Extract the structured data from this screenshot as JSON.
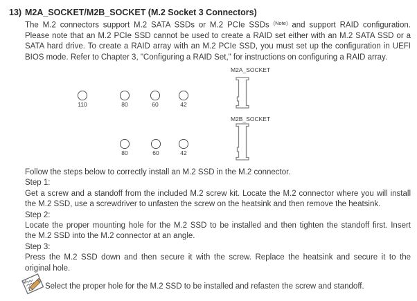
{
  "colors": {
    "text": "#3a3a3e",
    "heading_text": "#29292d",
    "diagram_outline": "#85858a",
    "circle_outline": "#4b4b50",
    "pencil_body": "#ecad52",
    "paper_outline": "#6e6e73",
    "background": "#ffffff"
  },
  "section": {
    "number": "13)",
    "title": "M2A_SOCKET/M2B_SOCKET (M.2 Socket 3 Connectors)"
  },
  "intro": {
    "line1_pre": "The M.2 connectors support M.2 SATA SSDs or M.2 PCIe SSDs",
    "note_sup": "(Note)",
    "line1_post": "and support RAID configuration.",
    "line2": "Please note that an M.2 PCIe SSD cannot be used to create a RAID set either with an M.2 SATA SSD or a",
    "line3": "SATA hard drive. To create a RAID array with an M.2 PCIe SSD, you must set up the configuration in UEFI",
    "line4": "BIOS mode. Refer to Chapter 3, \"Configuring a RAID Set,\" for instructions on configuring a RAID array."
  },
  "diagram": {
    "m2a": {
      "label": "M2A_SOCKET",
      "holes": [
        "110",
        "80",
        "60",
        "42"
      ]
    },
    "m2b": {
      "label": "M2B_SOCKET",
      "holes": [
        "80",
        "60",
        "42"
      ]
    }
  },
  "steps": {
    "intro": "Follow the steps below to correctly install an M.2 SSD in the M.2 connector.",
    "step1_label": "Step 1:",
    "step1_line1": "Get a screw and a standoff from the included M.2 screw kit. Locate the M.2 connector where you will install",
    "step1_line2": "the M.2 SSD, use a screwdriver to unfasten the screw on the heatsink and then remove the heatsink.",
    "step2_label": "Step 2:",
    "step2_line1": "Locate the proper mounting hole for the M.2 SSD to be installed and then tighten the standoff first. Insert",
    "step2_line2": "the M.2 SSD into the M.2 connector at an angle.",
    "step3_label": "Step 3:",
    "step3_line1": "Press the M.2 SSD down and then secure it with the screw. Replace the heatsink and secure it to the",
    "step3_line2": "original hole."
  },
  "note": {
    "text": "Select the proper hole for the M.2 SSD to be installed and refasten the screw and standoff."
  }
}
